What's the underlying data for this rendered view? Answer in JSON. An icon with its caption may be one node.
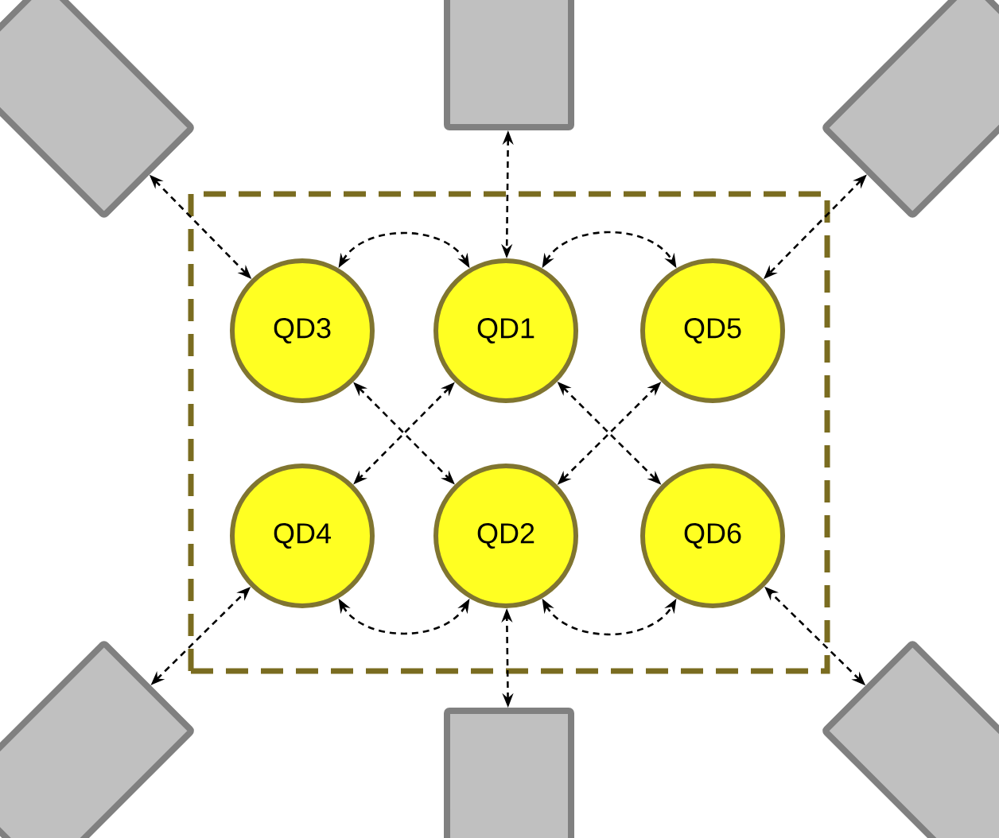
{
  "diagram": {
    "nodes": [
      {
        "text": [],
        "shape": "box"
      },
      {
        "text": [
          "QD3"
        ],
        "in": 0
      },
      {
        "text": [
          "QD1"
        ],
        "in": 0
      },
      {
        "text": [
          "QD5"
        ],
        "in": 0
      },
      {
        "text": [
          "QD4"
        ],
        "in": 0
      },
      {
        "text": [
          "QD2"
        ],
        "in": 0
      },
      {
        "text": [
          "QD6"
        ],
        "in": 0
      },
      {
        "text": [],
        "shape": "box"
      },
      {
        "text": [],
        "shape": "box"
      },
      {
        "text": [],
        "shape": "box"
      },
      {
        "text": [],
        "shape": "box"
      },
      {
        "text": [],
        "shape": "box"
      },
      {
        "text": [],
        "shape": "box"
      }
    ],
    "edges": [
      {
        "from": 7,
        "to": 1,
        "arrow": "both",
        "style": "dashed"
      },
      {
        "from": 8,
        "to": 2,
        "arrow": "both",
        "style": "dashed"
      },
      {
        "from": 9,
        "to": 3,
        "arrow": "both",
        "style": "dashed"
      },
      {
        "from": 1,
        "to": 2,
        "arrow": "both",
        "style": "dashed"
      },
      {
        "from": 2,
        "to": 3,
        "arrow": "both",
        "style": "dashed"
      },
      {
        "from": 1,
        "to": 5,
        "arrow": "both",
        "style": "dashed"
      },
      {
        "from": 2,
        "to": 4,
        "arrow": "both",
        "style": "dashed"
      },
      {
        "from": 2,
        "to": 6,
        "arrow": "both",
        "style": "dashed"
      },
      {
        "from": 3,
        "to": 5,
        "arrow": "both",
        "style": "dashed"
      },
      {
        "from": 4,
        "to": 5,
        "arrow": "both",
        "style": "dashed"
      },
      {
        "from": 5,
        "to": 6,
        "arrow": "both",
        "style": "dashed"
      },
      {
        "from": 10,
        "to": 4,
        "arrow": "both",
        "style": "dashed"
      },
      {
        "from": 11,
        "to": 5,
        "arrow": "both",
        "style": "dashed"
      },
      {
        "from": 12,
        "to": 6,
        "arrow": "both",
        "style": "dashed"
      }
    ]
  }
}
